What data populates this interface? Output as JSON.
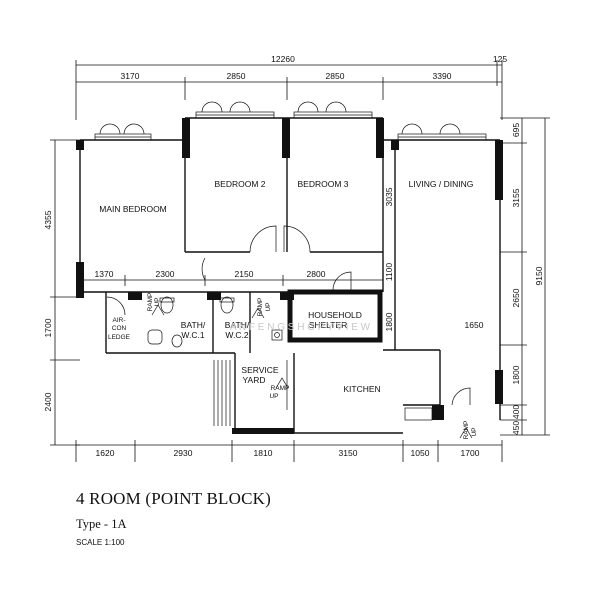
{
  "plan": {
    "dimensions": {
      "top_total": "12260",
      "top_end": "125",
      "top": [
        "3170",
        "2850",
        "2850",
        "3390"
      ],
      "mid": [
        "1370",
        "2300",
        "2150",
        "2800"
      ],
      "bottom": [
        "1620",
        "2930",
        "1810",
        "3150",
        "1050",
        "1700"
      ],
      "left": [
        "4355",
        "1700",
        "2400"
      ],
      "right_inner": [
        "695",
        "3155",
        "2650",
        "1800",
        "400",
        "450"
      ],
      "right_total": "9150",
      "inner": [
        "3035",
        "1100",
        "1800",
        "1650"
      ]
    },
    "rooms": {
      "main_bedroom": "MAIN BEDROOM",
      "bedroom2": "BEDROOM 2",
      "bedroom3": "BEDROOM 3",
      "living_dining": "LIVING / DINING",
      "aircon_ledge": [
        "AIR-",
        "CON",
        "LEDGE"
      ],
      "bath1": [
        "BATH/",
        "W.C.1"
      ],
      "bath2": [
        "BATH/",
        "W.C.2"
      ],
      "household_shelter": [
        "HOUSEHOLD",
        "SHELTER"
      ],
      "service_yard": [
        "SERVICE",
        "YARD"
      ],
      "kitchen": "KITCHEN"
    },
    "ramps": {
      "ramp": "RAMP",
      "up": "UP"
    },
    "watermark": "A N   F E N G   S H O P   Y   V I E W"
  },
  "title": {
    "main": "4 ROOM (POINT BLOCK)",
    "type": "Type - 1A",
    "scale": "SCALE 1:100"
  }
}
